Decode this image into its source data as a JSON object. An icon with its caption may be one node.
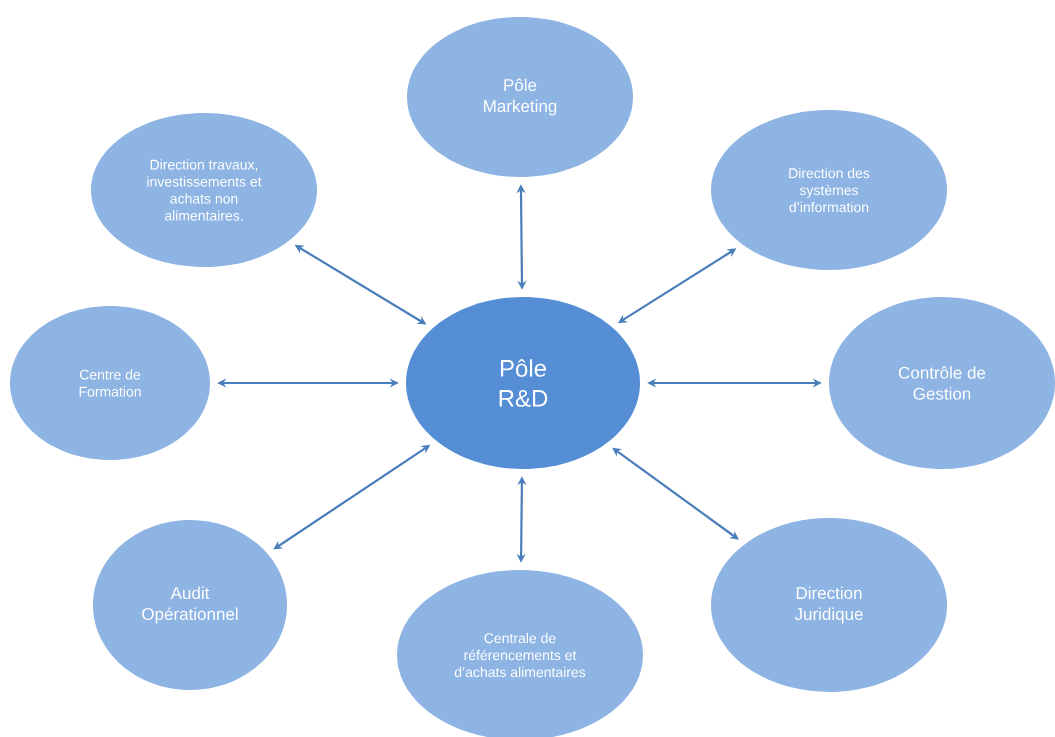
{
  "diagram": {
    "nodes": [
      {
        "text": [
          "Pôle Marketing"
        ]
      },
      {
        "text": [
          "Direction travaux, investissements et achats non alimentaires."
        ]
      },
      {
        "text": [
          "Direction des systèmes d’information"
        ]
      },
      {
        "text": [
          "Centre de Formation"
        ]
      },
      {
        "text": [
          "Pôle R&D"
        ]
      },
      {
        "text": [
          "Contrôle de Gestion"
        ]
      },
      {
        "text": [
          "Audit Opérationnel"
        ]
      },
      {
        "text": [
          "Centrale de référencements et d’achats alimentaires"
        ]
      },
      {
        "text": [
          "Direction Juridique"
        ]
      }
    ],
    "edges": [
      {
        "from": 4,
        "to": 0,
        "arrow": "both"
      },
      {
        "from": 4,
        "to": 1,
        "arrow": "both"
      },
      {
        "from": 4,
        "to": 2,
        "arrow": "both"
      },
      {
        "from": 4,
        "to": 3,
        "arrow": "both"
      },
      {
        "from": 4,
        "to": 5,
        "arrow": "both"
      },
      {
        "from": 4,
        "to": 6,
        "arrow": "both"
      },
      {
        "from": 4,
        "to": 7,
        "arrow": "both"
      },
      {
        "from": 4,
        "to": 8,
        "arrow": "both"
      }
    ]
  }
}
